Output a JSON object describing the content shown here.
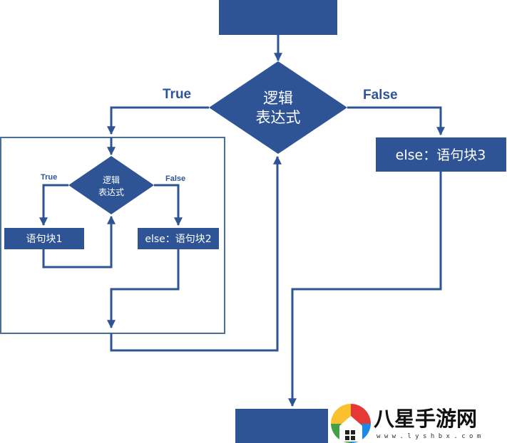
{
  "colors": {
    "node_fill": "#2f5496",
    "line": "#2f5496",
    "box_border": "#4a6e96",
    "text": "#ffffff"
  },
  "diagram": {
    "outer_decision": {
      "line1": "逻辑",
      "line2": "表达式"
    },
    "outer_true_label": "True",
    "outer_false_label": "False",
    "outer_else_block": "else：语句块3",
    "inner_decision": {
      "line1": "逻辑",
      "line2": "表达式"
    },
    "inner_true_label": "True",
    "inner_false_label": "False",
    "inner_block1": "语句块1",
    "inner_block2": "else：语句块2"
  },
  "watermark": {
    "brand": "八星手游网",
    "url": "w w w . l y s h b x . c o m"
  }
}
